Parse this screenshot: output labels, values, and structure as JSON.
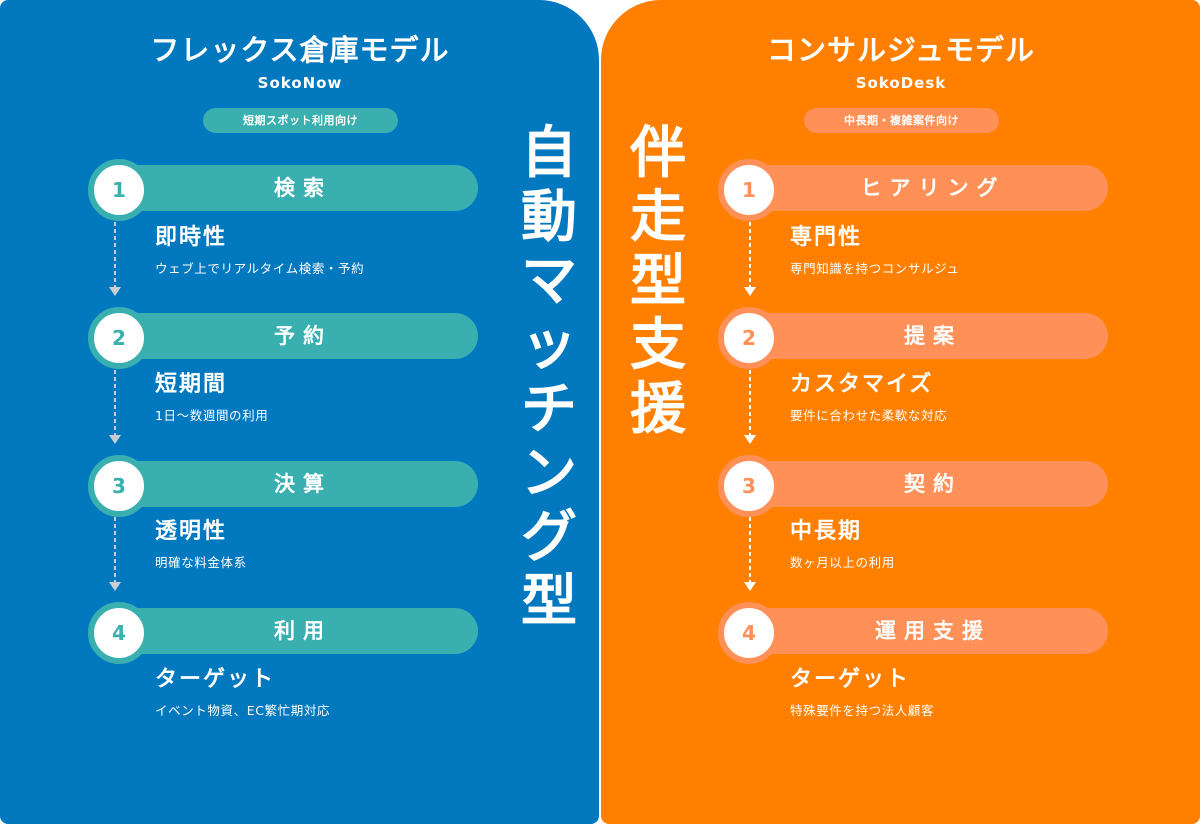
{
  "colors": {
    "left_bg": "#0278BE",
    "left_accent": "#3AAFB0",
    "right_bg": "#FF8000",
    "right_accent": "#FF9058",
    "arrow_left": "#C9CDD3",
    "arrow_right": "#FFFFFF"
  },
  "left": {
    "title": "フレックス倉庫モデル",
    "subtitle": "SokoNow",
    "badge": "短期スポット利用向け",
    "vertical_label": [
      "自",
      "動",
      "マ",
      "ッ",
      "チ",
      "ン",
      "グ",
      "型"
    ],
    "steps": [
      {
        "number": "1",
        "label": "検索",
        "feature": "即時性",
        "description": "ウェブ上でリアルタイム検索・予約"
      },
      {
        "number": "2",
        "label": "予約",
        "feature": "短期間",
        "description": "1日〜数週間の利用"
      },
      {
        "number": "3",
        "label": "決算",
        "feature": "透明性",
        "description": "明確な料金体系"
      },
      {
        "number": "4",
        "label": "利用",
        "feature": "ターゲット",
        "description": "イベント物資、EC繁忙期対応"
      }
    ]
  },
  "right": {
    "title": "コンサルジュモデル",
    "subtitle": "SokoDesk",
    "badge": "中長期・複雑案件向け",
    "vertical_label": [
      "伴",
      "走",
      "型",
      "支",
      "援"
    ],
    "steps": [
      {
        "number": "1",
        "label": "ヒアリング",
        "feature": "専門性",
        "description": "専門知識を持つコンサルジュ"
      },
      {
        "number": "2",
        "label": "提案",
        "feature": "カスタマイズ",
        "description": "要件に合わせた柔軟な対応"
      },
      {
        "number": "3",
        "label": "契約",
        "feature": "中長期",
        "description": "数ヶ月以上の利用"
      },
      {
        "number": "4",
        "label": "運用支援",
        "feature": "ターゲット",
        "description": "特殊要件を持つ法人顧客"
      }
    ]
  }
}
